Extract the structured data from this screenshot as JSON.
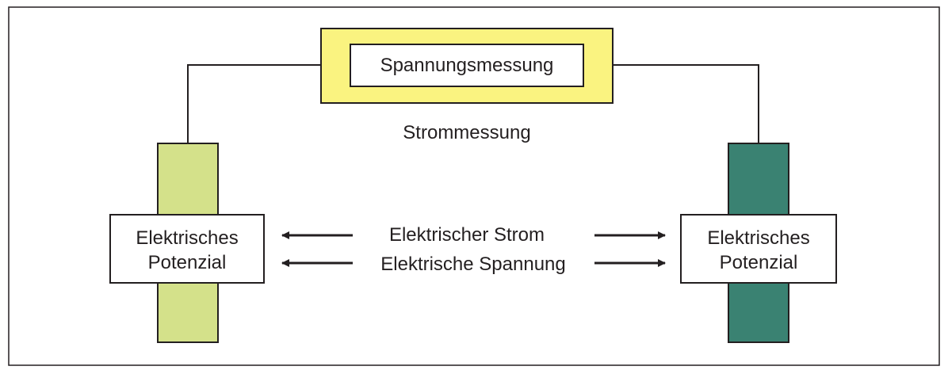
{
  "measurement": {
    "voltage_label": "Spannungsmessung",
    "current_label": "Strommessung"
  },
  "left_electrode": {
    "label_line1": "Elektrisches",
    "label_line2": "Potenzial",
    "color": "#d4e18a"
  },
  "right_electrode": {
    "label_line1": "Elektrisches",
    "label_line2": "Potenzial",
    "color": "#3a8272"
  },
  "middle": {
    "current_label": "Elektrischer Strom",
    "voltage_label": "Elektrische Spannung"
  },
  "colors": {
    "meter_fill": "#faf380",
    "line": "#231f20"
  }
}
